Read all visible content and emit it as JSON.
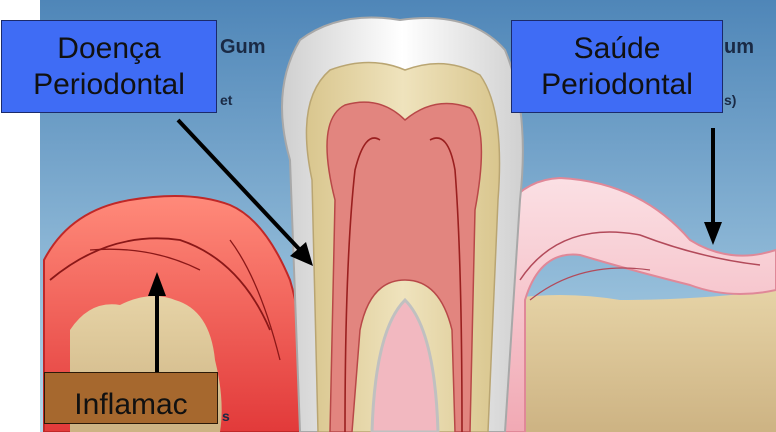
{
  "labels": {
    "left_box": [
      "Doença",
      "Periodontal"
    ],
    "right_box": [
      "Saúde",
      "Periodontal"
    ],
    "bottom_box": "Inflamac"
  },
  "background_fragments": {
    "top_left": "Gum",
    "top_right": "um",
    "left_small": "et",
    "right_small": "s)",
    "bottom_small": "s"
  },
  "colors": {
    "sky": "#5b8fbf",
    "box_blue": "#3f6cf5",
    "box_brown": "#a6682e",
    "inflamed_gum": "#e84a4a",
    "healthy_gum": "#f2b8c0",
    "enamel": "#f5f5f5",
    "dentin": "#e8d9a8",
    "pulp": "#e2857f"
  }
}
